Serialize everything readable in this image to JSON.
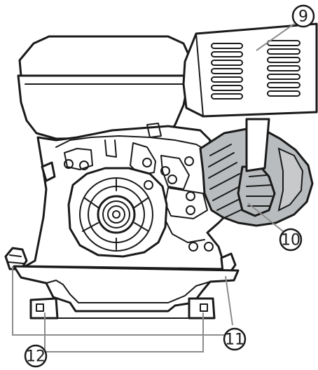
{
  "diagram": {
    "callouts": [
      {
        "id": "callout-9",
        "label": "9"
      },
      {
        "id": "callout-10",
        "label": "10"
      },
      {
        "id": "callout-11",
        "label": "11"
      },
      {
        "id": "callout-12",
        "label": "12"
      }
    ]
  },
  "colors": {
    "line": "#1a1a1a",
    "leader": "#8c8c8c",
    "shade": "#b9bcbe",
    "background": "#ffffff"
  }
}
